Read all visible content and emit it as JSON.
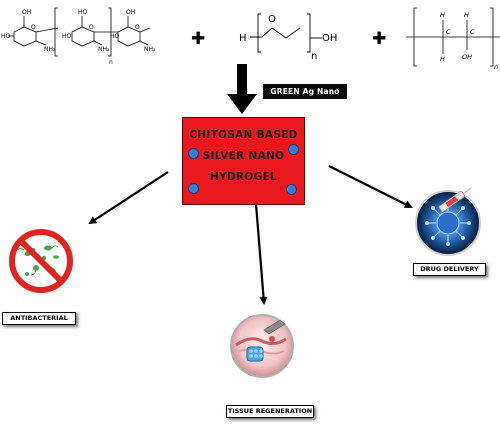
{
  "reactants": {
    "chitosan": {
      "oh_top1": "OH",
      "oh_top2": "HO",
      "oh_top3": "OH",
      "ho_left": "HO",
      "o1": "O",
      "o2": "O",
      "o3": "O",
      "ho_mid": "HO",
      "ho_right": "HO",
      "nh2_1": "NH₂",
      "nh2_2": "NH₂",
      "nh2_3": "NH₂",
      "n_sub": "n",
      "o_link": "O"
    },
    "peg": {
      "h": "H",
      "o": "O",
      "n": "n",
      "oh": "OH"
    },
    "pva": {
      "h1": "H",
      "h2": "H",
      "c1": "C",
      "c2": "C",
      "h3": "H",
      "oh": "OH",
      "n": "n"
    },
    "plus_sign": "✚"
  },
  "green_label": "GREEN  Ag Nano",
  "center_box": {
    "line1": "CHITOSAN BASED",
    "line2": "SILVER NANO",
    "line3": "HYDROGEL"
  },
  "outputs": {
    "antibacterial": "ANTIBACTERIAL",
    "tissue_regeneration": "TISSUE REGENERATION",
    "drug_delivery": "DRUG DELIVERY"
  },
  "colors": {
    "box_red": "#e8181c",
    "dot_blue": "#3a7bd5",
    "prohibition_red": "#e0241f",
    "bacteria_green": "#4aa64a",
    "virus_blue": "#1f4f9a"
  },
  "icons": {
    "antibacterial": "no-bacteria-icon",
    "tissue": "tissue-regeneration-icon",
    "drug": "virus-syringe-icon"
  }
}
